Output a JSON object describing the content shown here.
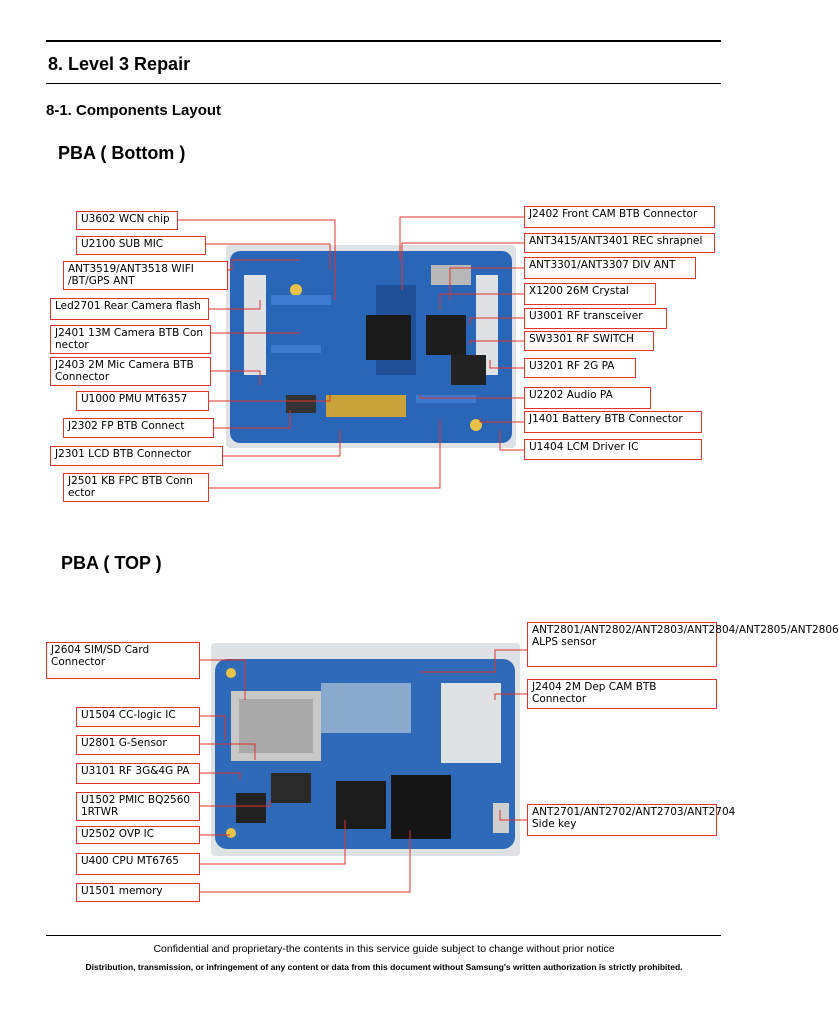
{
  "header": {
    "section_title": "8. Level 3 Repair",
    "subsection_title": "8-1. Components Layout"
  },
  "bottom": {
    "title": "PBA ( Bottom )",
    "labels_left": [
      "U3602 WCN chip",
      "U2100  SUB MIC",
      "ANT3519/ANT3518 WIFI /BT/GPS ANT",
      "Led2701 Rear Camera flash",
      "J2401 13M Camera BTB Con nector",
      "J2403 2M Mic Camera BTB Connector",
      "U1000 PMU MT6357",
      "J2302 FP BTB Connect",
      "J2301 LCD BTB Connector",
      "J2501 KB FPC BTB Conn ector"
    ],
    "labels_right": [
      "J2402 Front CAM BTB Connector",
      "ANT3415/ANT3401 REC shrapnel",
      "ANT3301/ANT3307 DIV ANT",
      "X1200 26M Crystal",
      "U3001  RF transceiver",
      "SW3301  RF SWITCH",
      "U3201  RF 2G PA",
      "U2202  Audio PA",
      "J1401 Battery BTB Connector",
      "U1404 LCM Driver IC"
    ]
  },
  "top": {
    "title": "PBA ( TOP )",
    "labels_left": [
      "J2604 SIM/SD Card Connector",
      "U1504 CC-logic IC",
      "U2801 G-Sensor",
      "U3101 RF 3G&4G PA",
      "U1502 PMIC BQ2560 1RTWR",
      "U2502  OVP IC",
      "U400 CPU  MT6765",
      "U1501  memory"
    ],
    "labels_right": [
      "ANT2801/ANT2802/ANT2803/ANT2804/ANT2805/ANT2806  ALPS sensor",
      "J2404 2M Dep CAM BTB Connector",
      "ANT2701/ANT2702/ANT2703/ANT2704 Side key"
    ]
  },
  "footer": {
    "line1": "Confidential and proprietary-the contents in this service guide subject to change without prior notice",
    "line2": "Distribution, transmission, or infringement of any content or data from this document without Samsung's written authorization is strictly prohibited."
  }
}
